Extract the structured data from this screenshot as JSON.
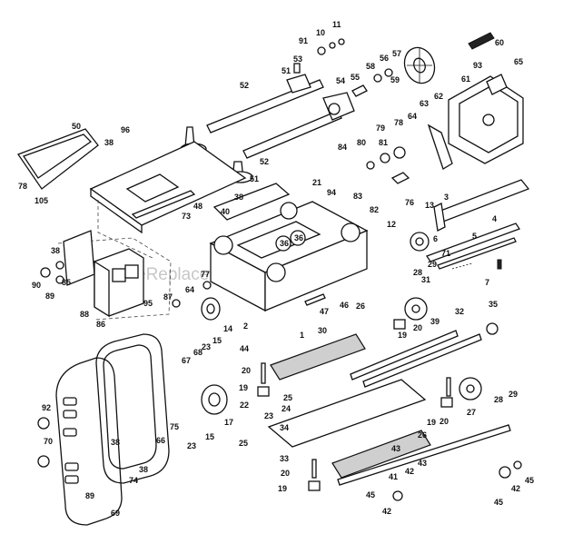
{
  "diagram": {
    "watermark": "eReplacementParts.com",
    "callouts": [
      "1",
      "2",
      "3",
      "4",
      "5",
      "6",
      "7",
      "10",
      "11",
      "12",
      "13",
      "14",
      "15",
      "17",
      "19",
      "20",
      "21",
      "22",
      "23",
      "24",
      "25",
      "26",
      "27",
      "28",
      "29",
      "30",
      "31",
      "32",
      "33",
      "34",
      "35",
      "36",
      "38",
      "39",
      "40",
      "41",
      "42",
      "43",
      "44",
      "45",
      "46",
      "47",
      "48",
      "50",
      "51",
      "52",
      "53",
      "54",
      "55",
      "56",
      "57",
      "58",
      "59",
      "60",
      "61",
      "62",
      "63",
      "64",
      "65",
      "66",
      "67",
      "68",
      "69",
      "70",
      "71",
      "73",
      "74",
      "75",
      "76",
      "77",
      "78",
      "79",
      "80",
      "81",
      "82",
      "83",
      "84",
      "85",
      "86",
      "87",
      "88",
      "89",
      "90",
      "91",
      "92",
      "93",
      "94",
      "95",
      "96",
      "105"
    ]
  }
}
